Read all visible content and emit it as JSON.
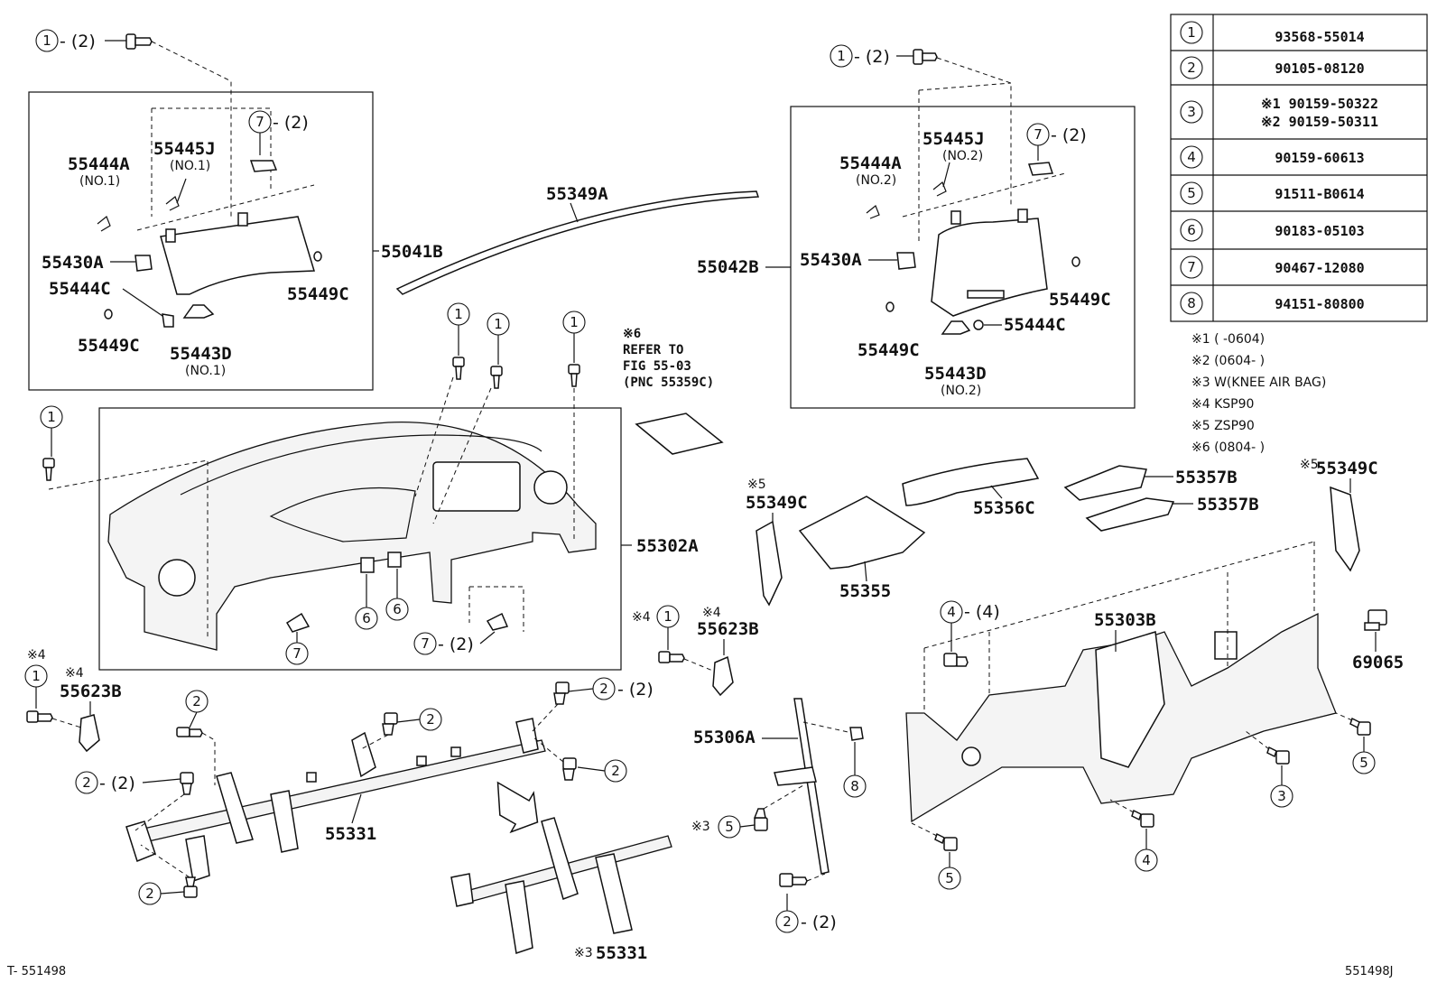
{
  "parts_table": [
    {
      "num": "1",
      "parts": [
        "93568-55014"
      ]
    },
    {
      "num": "2",
      "parts": [
        "90105-08120"
      ]
    },
    {
      "num": "3",
      "parts": [
        "※1 90159-50322",
        "※2 90159-50311"
      ]
    },
    {
      "num": "4",
      "parts": [
        "90159-60613"
      ]
    },
    {
      "num": "5",
      "parts": [
        "91511-B0614"
      ]
    },
    {
      "num": "6",
      "parts": [
        "90183-05103"
      ]
    },
    {
      "num": "7",
      "parts": [
        "90467-12080"
      ]
    },
    {
      "num": "8",
      "parts": [
        "94151-80800"
      ]
    }
  ],
  "notes": [
    "※1 (     -0604)",
    "※2 (0604-     )",
    "※3 W(KNEE AIR BAG)",
    "※4 KSP90",
    "※5 ZSP90",
    "※6 (0804-     )"
  ],
  "refer": [
    "※6",
    "REFER TO",
    "FIG 55-03",
    "(PNC 55359C)"
  ],
  "labels": {
    "l55444A": "55444A",
    "l55444A_sub": "(NO.1)",
    "l55445J": "55445J",
    "l55445J_sub": "(NO.1)",
    "l55430A": "55430A",
    "l55444C": "55444C",
    "l55449C_a": "55449C",
    "l55449C_b": "55449C",
    "l55443D": "55443D",
    "l55443D_sub": "(NO.1)",
    "l55041B": "55041B",
    "l55349A": "55349A",
    "r55444A": "55444A",
    "r55444A_sub": "(NO.2)",
    "r55445J": "55445J",
    "r55445J_sub": "(NO.2)",
    "r55430A": "55430A",
    "r55449C_a": "55449C",
    "r55449C_b": "55449C",
    "r55444C": "55444C",
    "r55443D": "55443D",
    "r55443D_sub": "(NO.2)",
    "r55042B": "55042B",
    "l55302A": "55302A",
    "l55349C_l": "55349C",
    "l55349C_l_note": "※5",
    "l55356C": "55356C",
    "l55355": "55355",
    "l55357B_a": "55357B",
    "l55357B_b": "55357B",
    "l55349C_r": "55349C",
    "l55349C_r_note": "※5",
    "l55303B": "55303B",
    "l69065": "69065",
    "l55623B_l": "55623B",
    "l55623B_l_note": "※4",
    "l55623B_m": "55623B",
    "l55623B_m_note": "※4",
    "l55331": "55331",
    "l55331_b": "55331",
    "l55331_b_note": "※3",
    "l55306A": "55306A",
    "note_star4_a": "※4",
    "note_star4_b": "※4",
    "note_star3": "※3"
  },
  "callouts": {
    "c1_topleft": "1",
    "q_topleft": "- (2)",
    "c1_topright": "1",
    "q_topright": "- (2)",
    "c7_left": "7",
    "q7_left": "- (2)",
    "c7_right": "7",
    "q7_right": "- (2)",
    "c1_a": "1",
    "c1_b": "1",
    "c1_c": "1",
    "c1_d": "1",
    "c6_a": "6",
    "c6_b": "6",
    "c7_a": "7",
    "c7_b": "7",
    "q7_b": "- (2)",
    "c1_e": "1",
    "c1_f": "1",
    "c2_a": "2",
    "c2_b": "2",
    "c2_c": "2",
    "q2_c": "- (2)",
    "c2_d": "2",
    "q2_d": "- (2)",
    "c2_e": "2",
    "c2_f": "2",
    "c5_a": "5",
    "c8": "8",
    "c2_g": "2",
    "q2_g": "- (2)",
    "c4_a": "4",
    "q4_a": "- (4)",
    "c3": "3",
    "c5_b": "5",
    "c5_c": "5",
    "c4_b": "4"
  },
  "footer": {
    "left": "T- 551498",
    "right": "551498J"
  }
}
